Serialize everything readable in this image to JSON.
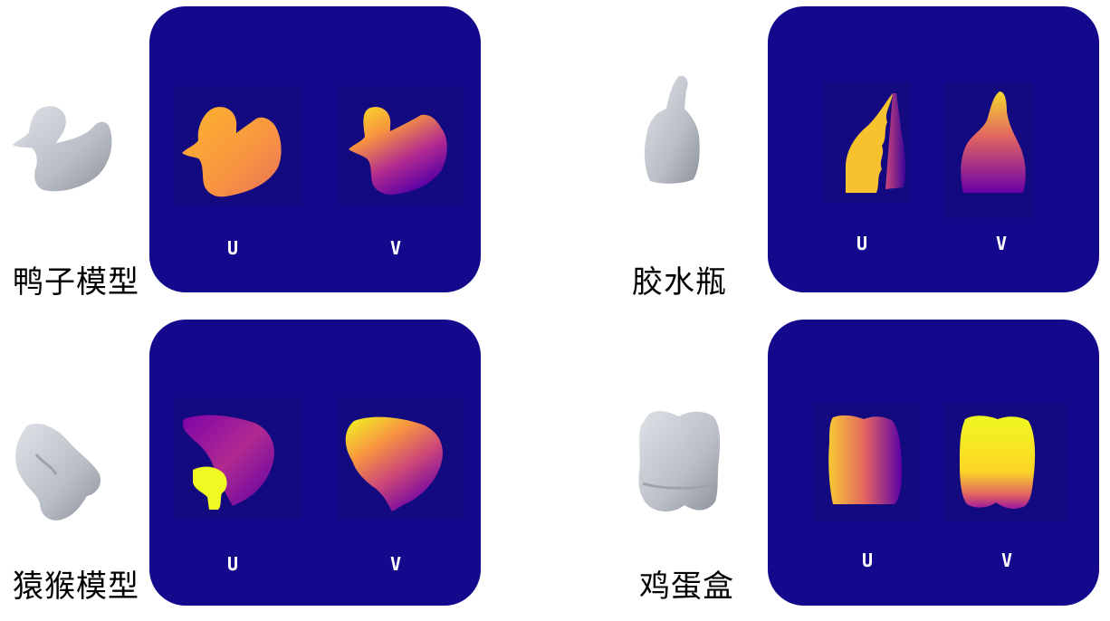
{
  "palette": {
    "panel_bg": "#14088c",
    "plasma_yellow": "#f0f921",
    "plasma_orange": "#f89540",
    "plasma_magenta": "#cc4778",
    "plasma_purple": "#7e03a8",
    "plasma_deep": "#3d049b",
    "object_gray": "#c9cdd4"
  },
  "items": [
    {
      "name": "鸭子模型",
      "u_label": "U",
      "v_label": "V",
      "icon": "duck-model-icon"
    },
    {
      "name": "胶水瓶",
      "u_label": "U",
      "v_label": "V",
      "icon": "glue-bottle-icon"
    },
    {
      "name": "猿猴模型",
      "u_label": "U",
      "v_label": "V",
      "icon": "ape-model-icon"
    },
    {
      "name": "鸡蛋盒",
      "u_label": "U",
      "v_label": "V",
      "icon": "egg-box-icon"
    }
  ]
}
